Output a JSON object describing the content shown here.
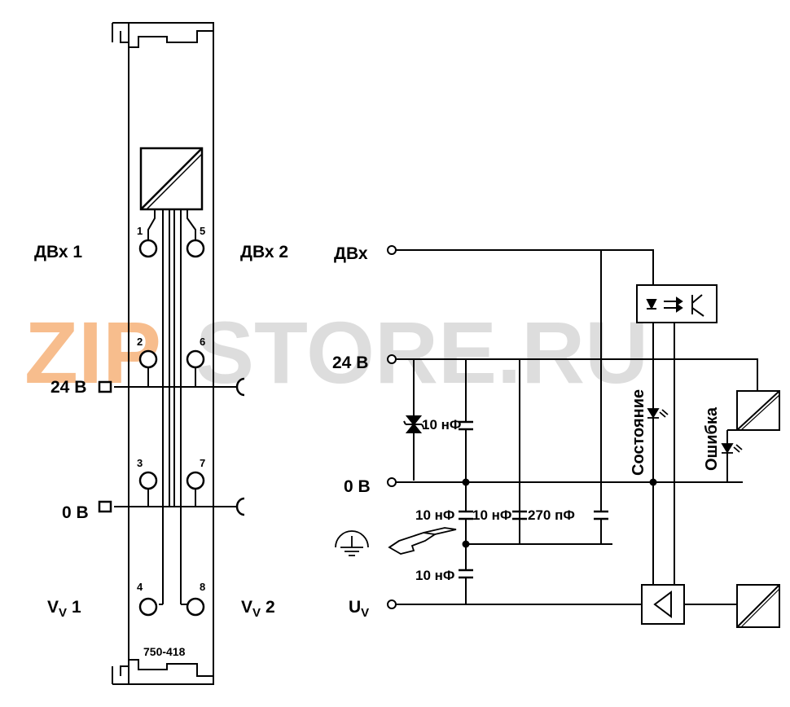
{
  "watermark": {
    "part1": "ZIP",
    "part2": "STORE.RU",
    "color1": "#f6b27a",
    "color2": "#d8d8d8"
  },
  "module": {
    "model": "750-418",
    "labels": {
      "dbx1": "ДВх 1",
      "dbx2": "ДВх 2",
      "v24": "24 В",
      "v0": "0 В",
      "vv1_main": "V",
      "vv1_sub": "V",
      "vv1_num": "1",
      "vv2_main": "V",
      "vv2_sub": "V",
      "vv2_num": "2"
    },
    "pins": [
      "1",
      "2",
      "3",
      "4",
      "5",
      "6",
      "7",
      "8"
    ]
  },
  "schematic": {
    "labels": {
      "dbx": "ДВх",
      "v24": "24 В",
      "v0": "0 В",
      "uv_main": "U",
      "uv_sub": "V",
      "status": "Состояние",
      "error": "Ошибка"
    },
    "components": {
      "c1": "10 нФ",
      "c2": "10 нФ",
      "c3": "10 нФ",
      "c4": "270 пФ",
      "c5": "10 нФ"
    }
  }
}
